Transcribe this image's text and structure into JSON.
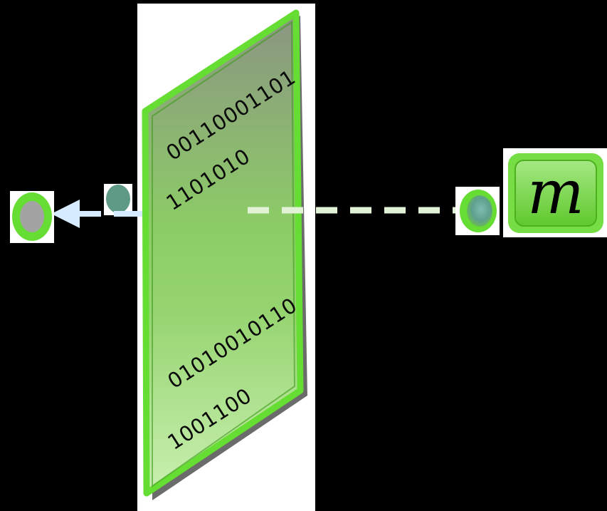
{
  "binary_lines": {
    "line1": "00110001101",
    "line2": "1101010",
    "line3": "01010010110",
    "line4": "1001100"
  },
  "message_label": "m",
  "colors": {
    "background": "#000000",
    "panel_backdrop": "#ffffff",
    "frame_green": "#66dd33",
    "panel_fill_top": "#8a9a80",
    "panel_fill_bottom": "#c3eda9",
    "dashed_line": "#e2f2d6",
    "arrow": "#d6ebff",
    "small_dot": "#5e9a86",
    "output_dot_fill": "#a3a3a3",
    "badge_green": "#77dd44"
  },
  "icons": {
    "arrow": "arrow-left-icon",
    "input_dot": "input-node-icon",
    "output_dot": "output-node-icon"
  }
}
